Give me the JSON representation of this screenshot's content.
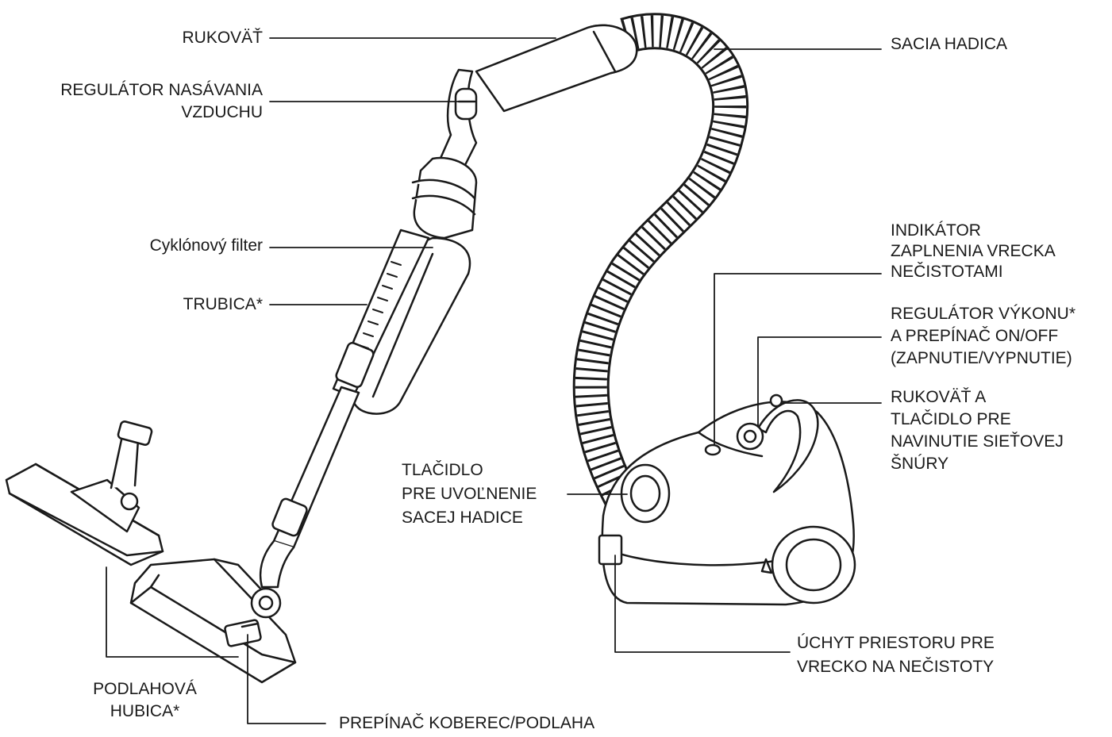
{
  "labels": {
    "handle": "RUKOVÄŤ",
    "air_regulator": [
      "REGULÁTOR NASÁVANIA",
      "VZDUCHU"
    ],
    "cyclone_filter": "Cyklónový filter",
    "tube": "TRUBICA*",
    "suction_hose": "SACIA HADICA",
    "bag_indicator": [
      "INDIKÁTOR",
      "ZAPLNENIA VRECKA",
      "NEČISTOTAMI"
    ],
    "power_regulator": [
      "REGULÁTOR VÝKONU*",
      "A PREPÍNAČ ON/OFF",
      "(ZAPNUTIE/VYPNUTIE)"
    ],
    "handle_button": [
      "RUKOVÄŤ A",
      "TLAČIDLO PRE",
      "NAVINUTIE SIEŤOVEJ",
      "ŠNÚRY"
    ],
    "hose_release": [
      "TLAČIDLO",
      "PRE UVOĽNENIE",
      "SACEJ HADICE"
    ],
    "bag_latch": [
      "ÚCHYT PRIESTORU PRE",
      "VRECKO NA NEČISTOTY"
    ],
    "floor_nozzle": [
      "PODLAHOVÁ",
      "HUBICA*"
    ],
    "carpet_switch": "PREPÍNAČ KOBEREC/PODLAHA"
  }
}
